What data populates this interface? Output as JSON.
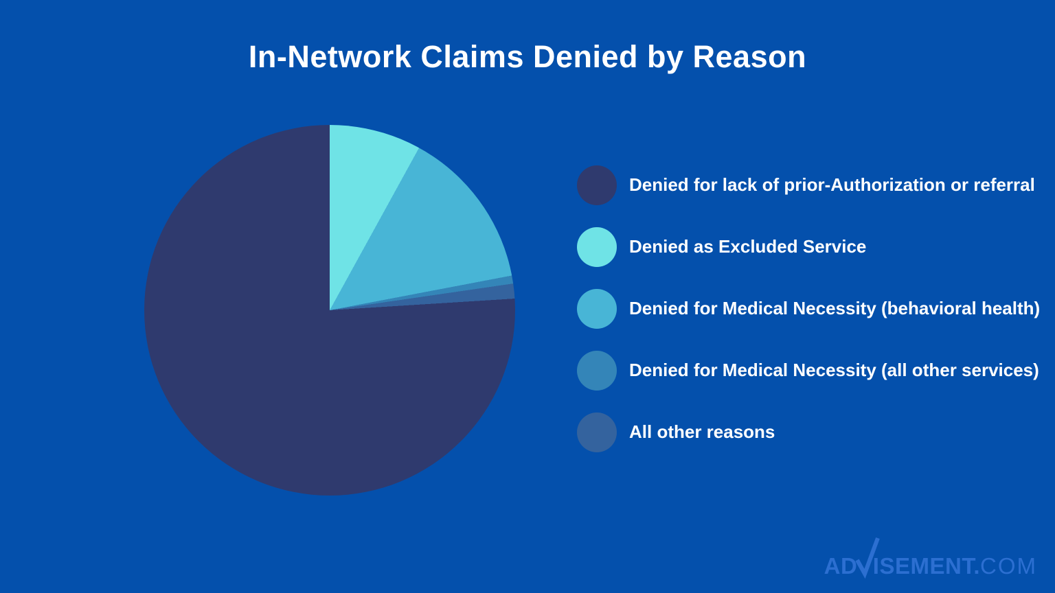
{
  "title": "In-Network Claims Denied by Reason",
  "colors": {
    "background": "#0450AC",
    "title_text": "#FFFFFF",
    "legend_text": "#FFFFFF",
    "logo": "#2C6FD1"
  },
  "chart_data": {
    "type": "pie",
    "title": "In-Network Claims Denied by Reason",
    "legend_position": "right",
    "start_angle_deg": 0,
    "direction": "clockwise",
    "draw_order": [
      1,
      2,
      3,
      4,
      0
    ],
    "slices": [
      {
        "label": "Denied for lack of prior-Authorization or referral",
        "value_pct": 76,
        "color": "#2F3A6E"
      },
      {
        "label": "Denied as Excluded Service",
        "value_pct": 8,
        "color": "#6FE3E6"
      },
      {
        "label": "Denied for Medical Necessity (behavioral health)",
        "value_pct": 14,
        "color": "#48B5D6"
      },
      {
        "label": "Denied for Medical Necessity (all other services)",
        "value_pct": 0.7,
        "color": "#3485B8"
      },
      {
        "label": "All other reasons",
        "value_pct": 1.3,
        "color": "#34639E"
      }
    ]
  },
  "logo": {
    "part_bold_1": "AD",
    "part_v": "V",
    "part_bold_2": "ISEMENT.",
    "part_light": "COM"
  }
}
